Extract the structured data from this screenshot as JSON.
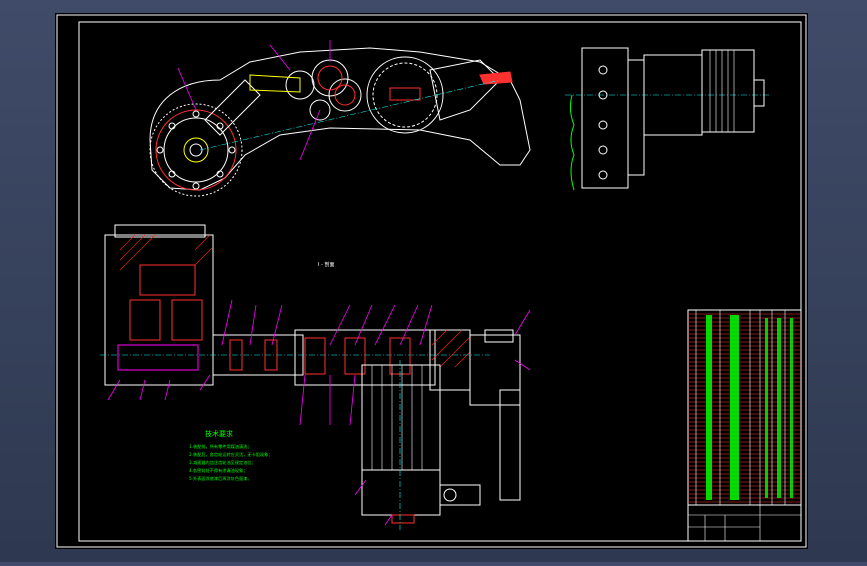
{
  "drawing": {
    "section_label": "I - 剖面",
    "notes_title": "技术要求",
    "notes": [
      "1.装配前，所有零件用煤油清洗；",
      "2.装配后，各齿轮运转应灵活，无卡阻现象；",
      "3.减速器内加注齿轮油至规定油位；",
      "4.各密封处不得有渗漏油现象；",
      "5.外表面涂底漆后再涂灰色面漆。"
    ]
  },
  "colors": {
    "background": "#000000",
    "border": "#ffffff",
    "outline": "#ffffff",
    "gear": "#ff3030",
    "dimension": "#00ffff",
    "leader": "#ff00ff",
    "hatch": "#ff2020",
    "note": "#00ff00",
    "accent_yellow": "#ffff00"
  },
  "icons": {
    "section_view": "gearbox-section-icon",
    "arm_view": "cutting-arm-icon",
    "motor_view": "motor-side-view-icon",
    "title_block": "parts-list-icon"
  }
}
